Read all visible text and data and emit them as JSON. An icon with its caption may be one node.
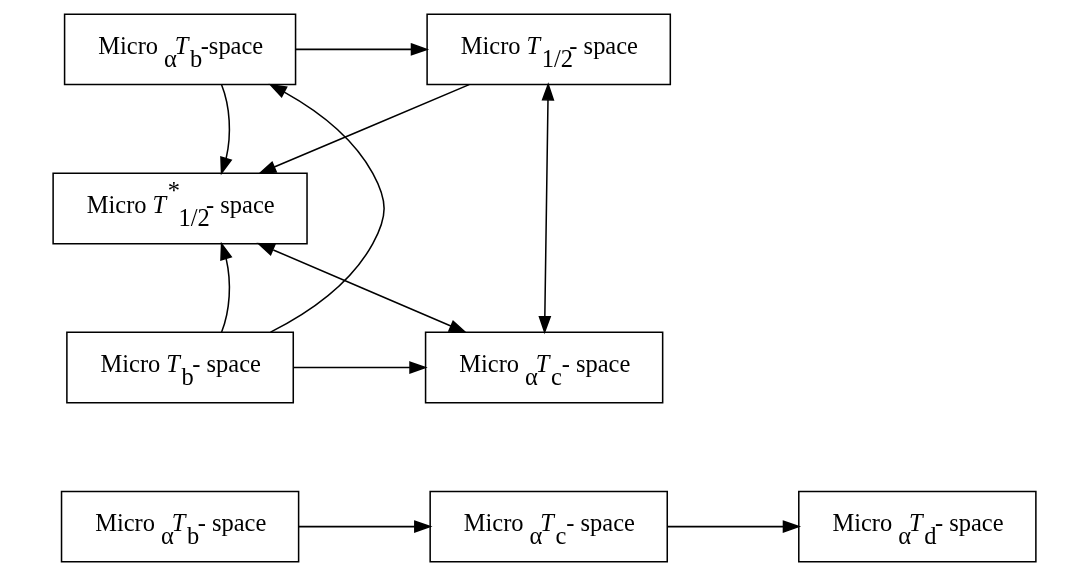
{
  "diagram": {
    "nodes": [
      {
        "text": [
          "Micro $_{α}$*T*$_{b}$-space"
        ]
      },
      {
        "text": [
          "Micro *T*$_{1/2}$- space"
        ]
      },
      {
        "text": [
          "Micro *T*$^{*}$$_{1/2}$- space"
        ]
      },
      {
        "text": [
          "Micro *T*$_{b}$- space"
        ]
      },
      {
        "text": [
          "Micro $_{α}$*T*$_{c}$- space"
        ]
      },
      {
        "text": [
          "Micro $_{α}$*T*$_{b}$- space"
        ]
      },
      {
        "text": [
          "Micro $_{α}$*T*$_{c}$- space"
        ]
      },
      {
        "text": [
          "Micro $_{α}$*T*$_{d}$- space"
        ]
      }
    ],
    "edges": [
      {
        "from": 0,
        "to": 1,
        "arrow": "to"
      },
      {
        "from": 0,
        "to": 2,
        "arrow": "to"
      },
      {
        "from": 1,
        "to": 2,
        "arrow": "to"
      },
      {
        "from": 3,
        "to": 0,
        "arrow": "to"
      },
      {
        "from": 3,
        "to": 2,
        "arrow": "to"
      },
      {
        "from": 1,
        "to": 4,
        "arrow": "both"
      },
      {
        "from": 2,
        "to": 4,
        "arrow": "both"
      },
      {
        "from": 3,
        "to": 4,
        "arrow": "to"
      },
      {
        "from": 5,
        "to": 6,
        "arrow": "to"
      },
      {
        "from": 6,
        "to": 7,
        "arrow": "to"
      }
    ]
  }
}
